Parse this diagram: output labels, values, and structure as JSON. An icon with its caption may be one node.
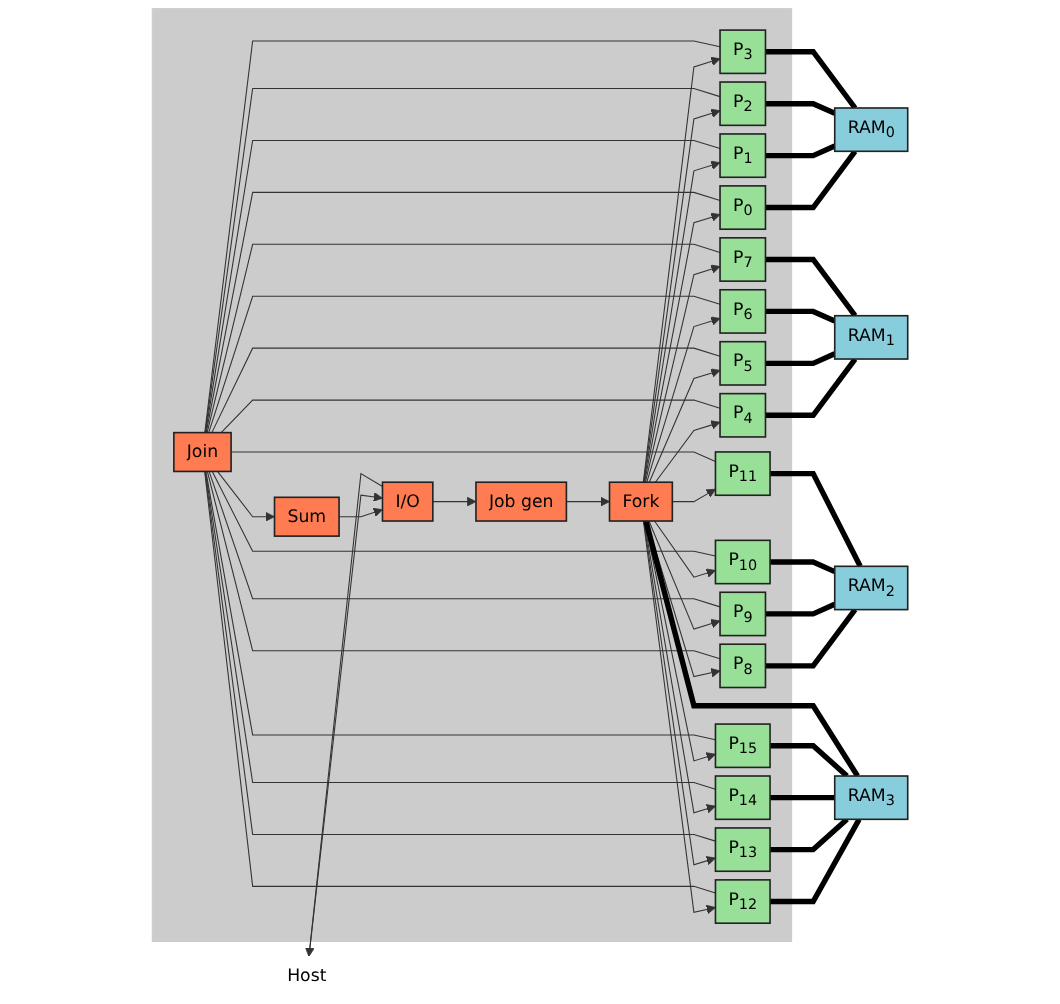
{
  "diagram": {
    "nodes": [
      {
        "text": [
          "Host"
        ]
      },
      {
        "text": [],
        "shape": "box"
      },
      {
        "text": [
          "Join"
        ],
        "in": 1
      },
      {
        "text": [
          "Sum"
        ],
        "in": 1
      },
      {
        "text": [
          "I/O"
        ],
        "in": 1
      },
      {
        "text": [
          "Job gen"
        ],
        "in": 1
      },
      {
        "text": [
          "Fork"
        ],
        "in": 1
      },
      {
        "text": [
          "P$_{0}$"
        ],
        "in": 1
      },
      {
        "text": [
          "P$_{1}$"
        ],
        "in": 1
      },
      {
        "text": [
          "P$_{2}$"
        ],
        "in": 1
      },
      {
        "text": [
          "P$_{3}$"
        ],
        "in": 1
      },
      {
        "text": [
          "P$_{4}$"
        ],
        "in": 1
      },
      {
        "text": [
          "P$_{5}$"
        ],
        "in": 1
      },
      {
        "text": [
          "P$_{6}$"
        ],
        "in": 1
      },
      {
        "text": [
          "P$_{7}$"
        ],
        "in": 1
      },
      {
        "text": [
          "P$_{8}$"
        ],
        "in": 1
      },
      {
        "text": [
          "P$_{9}$"
        ],
        "in": 1
      },
      {
        "text": [
          "P$_{10}$"
        ],
        "in": 1
      },
      {
        "text": [
          "P$_{11}$"
        ],
        "in": 1
      },
      {
        "text": [
          "P$_{12}$"
        ],
        "in": 1
      },
      {
        "text": [
          "P$_{13}$"
        ],
        "in": 1
      },
      {
        "text": [
          "P$_{14}$"
        ],
        "in": 1
      },
      {
        "text": [
          "P$_{15}$"
        ],
        "in": 1
      },
      {
        "text": [
          "RAM$_{0}$"
        ]
      },
      {
        "text": [
          "RAM$_{1}$"
        ]
      },
      {
        "text": [
          "RAM$_{2}$"
        ]
      },
      {
        "text": [
          "RAM$_{3}$"
        ]
      }
    ],
    "edges": [
      {
        "from": 2,
        "to": 3,
        "arrow": "to"
      },
      {
        "from": 3,
        "to": 4,
        "arrow": "to"
      },
      {
        "from": 4,
        "to": 5,
        "arrow": "to"
      },
      {
        "from": 5,
        "to": 6,
        "arrow": "to"
      },
      {
        "from": 4,
        "to": 0,
        "arrow": "to"
      },
      {
        "from": 0,
        "to": 4,
        "arrow": "to"
      },
      {
        "from": 6,
        "to": 7,
        "arrow": "to"
      },
      {
        "from": 6,
        "to": 8,
        "arrow": "to"
      },
      {
        "from": 6,
        "to": 9,
        "arrow": "to"
      },
      {
        "from": 6,
        "to": 10,
        "arrow": "to"
      },
      {
        "from": 6,
        "to": 11,
        "arrow": "to"
      },
      {
        "from": 6,
        "to": 12,
        "arrow": "to"
      },
      {
        "from": 6,
        "to": 13,
        "arrow": "to"
      },
      {
        "from": 6,
        "to": 14,
        "arrow": "to"
      },
      {
        "from": 6,
        "to": 15,
        "arrow": "to"
      },
      {
        "from": 6,
        "to": 16,
        "arrow": "to"
      },
      {
        "from": 6,
        "to": 17,
        "arrow": "to"
      },
      {
        "from": 6,
        "to": 18,
        "arrow": "to"
      },
      {
        "from": 6,
        "to": 19,
        "arrow": "to"
      },
      {
        "from": 6,
        "to": 20,
        "arrow": "to"
      },
      {
        "from": 6,
        "to": 21,
        "arrow": "to"
      },
      {
        "from": 6,
        "to": 22,
        "arrow": "to"
      },
      {
        "from": 2,
        "to": 7,
        "arrow": "none"
      },
      {
        "from": 2,
        "to": 8,
        "arrow": "none"
      },
      {
        "from": 2,
        "to": 9,
        "arrow": "none"
      },
      {
        "from": 2,
        "to": 10,
        "arrow": "none"
      },
      {
        "from": 2,
        "to": 11,
        "arrow": "none"
      },
      {
        "from": 2,
        "to": 12,
        "arrow": "none"
      },
      {
        "from": 2,
        "to": 13,
        "arrow": "none"
      },
      {
        "from": 2,
        "to": 14,
        "arrow": "none"
      },
      {
        "from": 2,
        "to": 15,
        "arrow": "none"
      },
      {
        "from": 2,
        "to": 16,
        "arrow": "none"
      },
      {
        "from": 2,
        "to": 17,
        "arrow": "none"
      },
      {
        "from": 2,
        "to": 18,
        "arrow": "none"
      },
      {
        "from": 2,
        "to": 19,
        "arrow": "none"
      },
      {
        "from": 2,
        "to": 20,
        "arrow": "none"
      },
      {
        "from": 2,
        "to": 21,
        "arrow": "none"
      },
      {
        "from": 2,
        "to": 22,
        "arrow": "none"
      },
      {
        "from": 7,
        "to": 23,
        "arrow": "none",
        "style": "thick"
      },
      {
        "from": 8,
        "to": 23,
        "arrow": "none",
        "style": "thick"
      },
      {
        "from": 9,
        "to": 23,
        "arrow": "none",
        "style": "thick"
      },
      {
        "from": 10,
        "to": 23,
        "arrow": "none",
        "style": "thick"
      },
      {
        "from": 11,
        "to": 24,
        "arrow": "none",
        "style": "thick"
      },
      {
        "from": 12,
        "to": 24,
        "arrow": "none",
        "style": "thick"
      },
      {
        "from": 13,
        "to": 24,
        "arrow": "none",
        "style": "thick"
      },
      {
        "from": 14,
        "to": 24,
        "arrow": "none",
        "style": "thick"
      },
      {
        "from": 15,
        "to": 25,
        "arrow": "none",
        "style": "thick"
      },
      {
        "from": 16,
        "to": 25,
        "arrow": "none",
        "style": "thick"
      },
      {
        "from": 17,
        "to": 25,
        "arrow": "none",
        "style": "thick"
      },
      {
        "from": 18,
        "to": 25,
        "arrow": "none",
        "style": "thick"
      },
      {
        "from": 19,
        "to": 26,
        "arrow": "none",
        "style": "thick"
      },
      {
        "from": 20,
        "to": 26,
        "arrow": "none",
        "style": "thick"
      },
      {
        "from": 21,
        "to": 26,
        "arrow": "none",
        "style": "thick"
      },
      {
        "from": 22,
        "to": 26,
        "arrow": "none",
        "style": "thick"
      },
      {
        "from": 6,
        "to": 26,
        "arrow": "none",
        "style": "thick"
      }
    ]
  }
}
